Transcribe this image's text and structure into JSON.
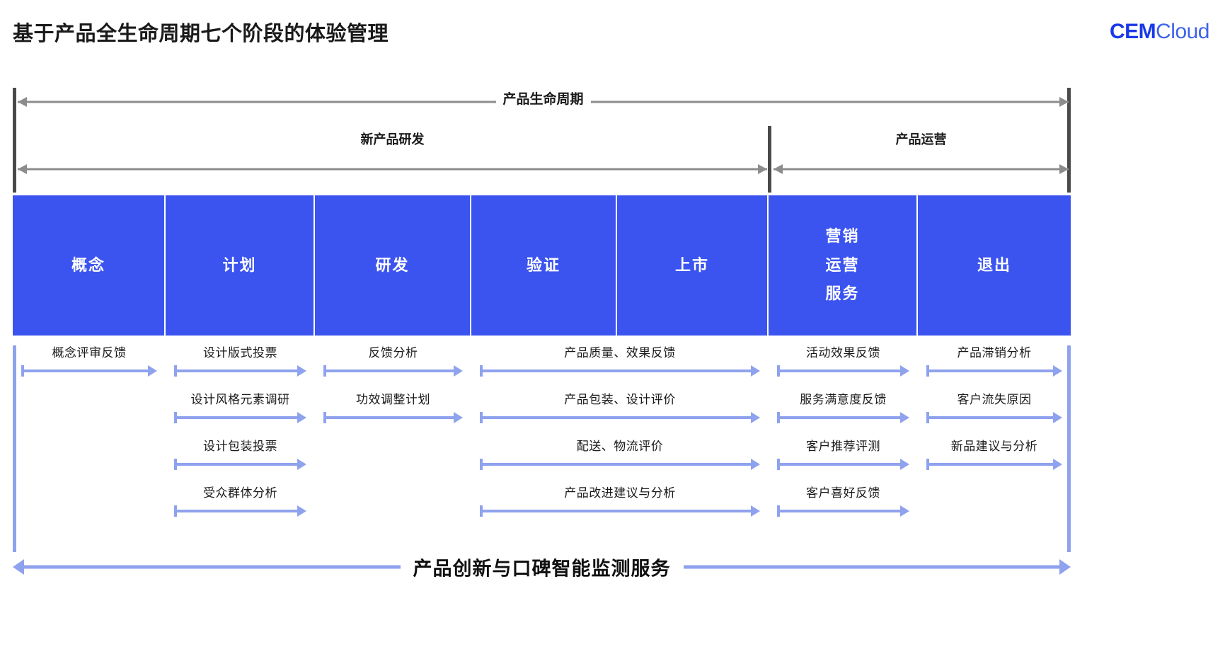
{
  "header": {
    "title": "基于产品全生命周期七个阶段的体验管理",
    "logo_primary": "CEM",
    "logo_secondary": "Cloud"
  },
  "colors": {
    "stage_blue": "#3b54f0",
    "arrow_blue": "#8fa2ee",
    "bracket_gray": "#8c8c8c",
    "bar_dark": "#4a4a4a",
    "logo_blue": "#1939e8"
  },
  "scopes": {
    "lifecycle": "产品生命周期",
    "phase_left": "新产品研发",
    "phase_right": "产品运营"
  },
  "stages": [
    {
      "name": "概念",
      "lines": [
        "概念"
      ]
    },
    {
      "name": "计划",
      "lines": [
        "计划"
      ]
    },
    {
      "name": "研发",
      "lines": [
        "研发"
      ]
    },
    {
      "name": "验证",
      "lines": [
        "验证"
      ]
    },
    {
      "name": "上市",
      "lines": [
        "上市"
      ]
    },
    {
      "name": "营销运营服务",
      "lines": [
        "营销",
        "运营",
        "服务"
      ]
    },
    {
      "name": "退出",
      "lines": [
        "退出"
      ]
    }
  ],
  "feedback_rows": [
    [
      {
        "label": "概念评审反馈",
        "start": 0,
        "span": 1
      },
      {
        "label": "设计版式投票",
        "start": 1,
        "span": 1
      },
      {
        "label": "反馈分析",
        "start": 2,
        "span": 1
      },
      {
        "label": "产品质量、效果反馈",
        "start": 3,
        "span": 2
      },
      {
        "label": "活动效果反馈",
        "start": 5,
        "span": 1
      },
      {
        "label": "产品滞销分析",
        "start": 6,
        "span": 1
      }
    ],
    [
      {
        "label": "设计风格元素调研",
        "start": 1,
        "span": 1
      },
      {
        "label": "功效调整计划",
        "start": 2,
        "span": 1
      },
      {
        "label": "产品包装、设计评价",
        "start": 3,
        "span": 2
      },
      {
        "label": "服务满意度反馈",
        "start": 5,
        "span": 1
      },
      {
        "label": "客户流失原因",
        "start": 6,
        "span": 1
      }
    ],
    [
      {
        "label": "设计包装投票",
        "start": 1,
        "span": 1
      },
      {
        "label": "配送、物流评价",
        "start": 3,
        "span": 2
      },
      {
        "label": "客户推荐评测",
        "start": 5,
        "span": 1
      },
      {
        "label": "新品建议与分析",
        "start": 6,
        "span": 1
      }
    ],
    [
      {
        "label": "受众群体分析",
        "start": 1,
        "span": 1
      },
      {
        "label": "产品改进建议与分析",
        "start": 3,
        "span": 2
      },
      {
        "label": "客户喜好反馈",
        "start": 5,
        "span": 1
      }
    ]
  ],
  "banner": {
    "label": "产品创新与口碑智能监测服务"
  }
}
